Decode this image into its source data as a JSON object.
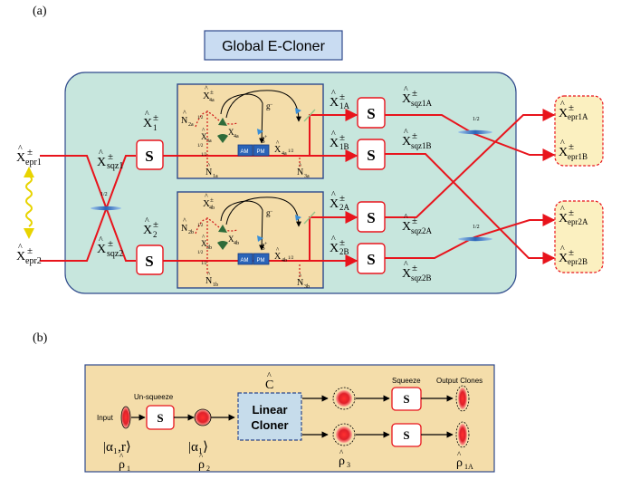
{
  "panel_a": {
    "label": "(a)",
    "title": "Global E-Cloner",
    "s_label": "S",
    "half": "1/2",
    "inputs": {
      "in1": "epr1",
      "in2": "epr2"
    },
    "squeezed": {
      "in1": "sqz1",
      "in2": "sqz2"
    },
    "x1_sub": "1",
    "x2_sub": "2",
    "box1": {
      "x4": "4a",
      "x3": "3a",
      "n2": "2a",
      "n1": "1a",
      "n3": "3a",
      "xl": "4a",
      "g_minus": "g",
      "g_plus": "g"
    },
    "box2": {
      "x4": "4b",
      "x3": "3b",
      "n2": "2b",
      "n1": "1b",
      "n3": "3b",
      "xl": "4b",
      "g_minus": "g",
      "g_plus": "g"
    },
    "am_pm": "AM PM",
    "mid_outputs": {
      "o1A": "1A",
      "o1B": "1B",
      "o2A": "2A",
      "o2B": "2B"
    },
    "sqz_outputs": {
      "o1A": "sqz1A",
      "o1B": "sqz1B",
      "o2A": "sqz2A",
      "o2B": "sqz2B"
    },
    "final_outputs": {
      "o1A": "epr1A",
      "o1B": "epr1B",
      "o2A": "epr2A",
      "o2B": "epr2B"
    }
  },
  "panel_b": {
    "label": "(b)",
    "input_label": "Input",
    "unsqueeze_label": "Un-squeeze",
    "c_hat": "C",
    "linear_cloner": "Linear\nCloner",
    "squeeze_label": "Squeeze",
    "output_clones_label": "Output Clones",
    "s_label": "S",
    "ket_input": "|α₁,r⟩",
    "ket_mid": "|α₁⟩",
    "rho1": "1",
    "rho2": "2",
    "rho3": "3",
    "rho1A": "1A"
  },
  "colors": {
    "beam": "#e8141c",
    "box_border": "#2f4a8c",
    "container_fill": "#c7e6dd",
    "inner_box_fill": "#f4ddaa",
    "s_border": "#e8141c",
    "title_fill": "#c9dcf2",
    "wavy": "#e8d400",
    "cloner_fill": "#c6dceb"
  }
}
